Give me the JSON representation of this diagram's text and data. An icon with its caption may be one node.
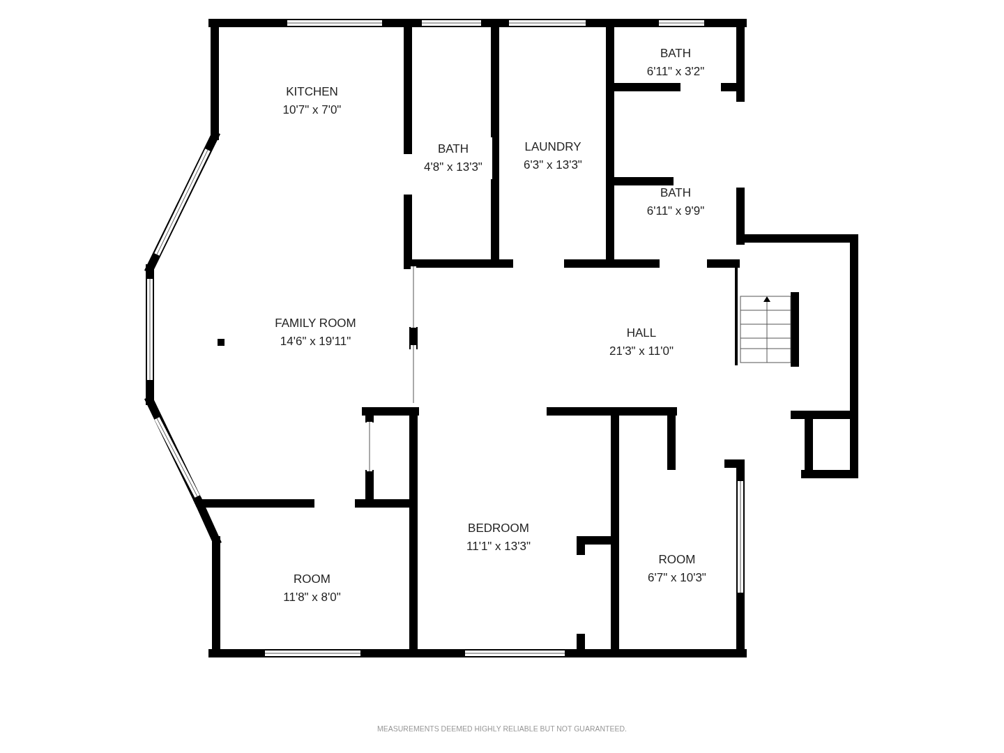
{
  "diagram": {
    "nodes": [
      {
        "text": [
          "KITCHEN",
          "10'7\" x 7'0\""
        ]
      },
      {
        "text": [
          "BATH",
          "4'8\" x 13'3\""
        ]
      },
      {
        "text": [
          "LAUNDRY",
          "6'3\" x 13'3\""
        ]
      },
      {
        "text": [
          "BATH",
          "6'11\" x 3'2\""
        ]
      },
      {
        "text": [
          "BATH",
          "6'11\" x 9'9\""
        ]
      },
      {
        "text": [
          "FAMILY ROOM",
          "14'6\" x 19'11\""
        ]
      },
      {
        "text": [
          "HALL",
          "21'3\" x 11'0\""
        ]
      },
      {
        "text": [
          "ROOM",
          "11'8\" x 8'0\""
        ]
      },
      {
        "text": [
          "BEDROOM",
          "11'1\" x 13'3\""
        ]
      },
      {
        "text": [
          "ROOM",
          "6'7\" x 10'3\""
        ]
      }
    ],
    "labels": [
      "MEASUREMENTS DEEMED HIGHLY RELIABLE BUT NOT GUARANTEED."
    ]
  }
}
